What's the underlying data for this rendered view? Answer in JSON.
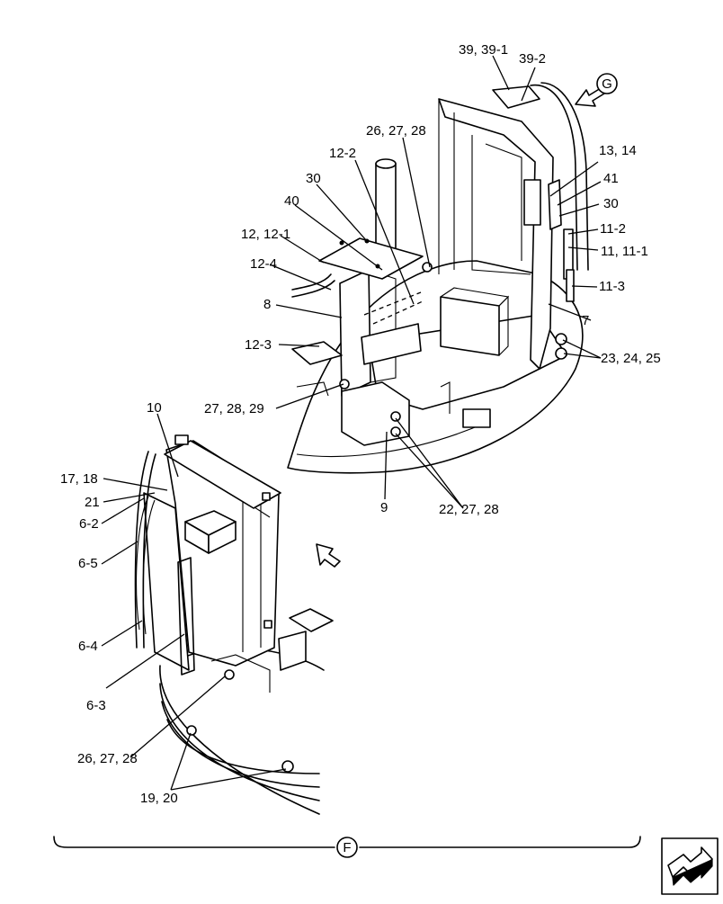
{
  "labels": {
    "l_39_39_1": "39, 39-1",
    "l_39_2": "39-2",
    "l_G": "G",
    "l_26_27_28_top": "26, 27, 28",
    "l_12_2": "12-2",
    "l_13_14": "13, 14",
    "l_41": "41",
    "l_30_right": "30",
    "l_30_left": "30",
    "l_40": "40",
    "l_11_2": "11-2",
    "l_12_12_1": "12, 12-1",
    "l_11_11_1": "11, 11-1",
    "l_12_4": "12-4",
    "l_11_3": "11-3",
    "l_8": "8",
    "l_7": "7",
    "l_12_3": "12-3",
    "l_23_24_25": "23, 24, 25",
    "l_27_28_29": "27, 28, 29",
    "l_10": "10",
    "l_17_18": "17, 18",
    "l_21": "21",
    "l_6_2": "6-2",
    "l_9": "9",
    "l_22_27_28": "22, 27, 28",
    "l_6_5": "6-5",
    "l_6_4": "6-4",
    "l_6_3": "6-3",
    "l_26_27_28_bottom": "26, 27, 28",
    "l_19_20": "19, 20",
    "l_F": "F"
  },
  "icons": {
    "view_arrow_upper": "view-direction-arrow",
    "view_arrow_lower": "view-direction-arrow",
    "nav_corner": "page-navigation-arrow"
  }
}
